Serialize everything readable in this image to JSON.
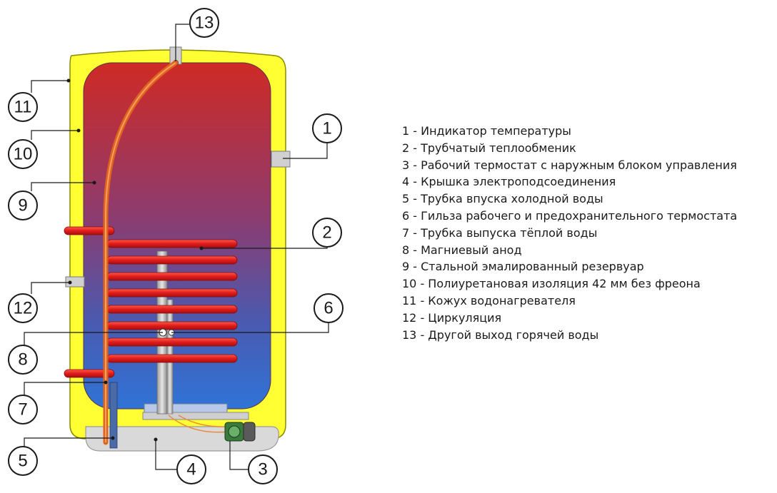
{
  "colors": {
    "hot": "#c8262b",
    "cold": "#2f6ec9",
    "insulation": "#ffff33",
    "coil": "#e01c1c",
    "heat_exchanger_tube": "#e0631e",
    "casing": "#d9d9d9"
  },
  "callouts": [
    "1",
    "2",
    "3",
    "4",
    "5",
    "6",
    "7",
    "8",
    "9",
    "10",
    "11",
    "12",
    "13"
  ],
  "legend": [
    "1 - Индикатор температуры",
    "2 - Трубчатый теплообменик",
    "3 - Рабочий термостат с наружным блоком управления",
    "4 - Крышка электроподсоединения",
    "5 - Трубка впуска холодной воды",
    "6 - Гильза рабочего и предохранительного термостата",
    "7 - Трубка выпуска тёплой воды",
    "8 - Магниевый анод",
    "9 - Стальной эмалированный резервуар",
    "10 - Полиуретановая изоляция 42 мм без фреона",
    "11 - Кожух водонагревателя",
    "12 - Циркуляция",
    "13 - Другой выход горячей воды"
  ]
}
